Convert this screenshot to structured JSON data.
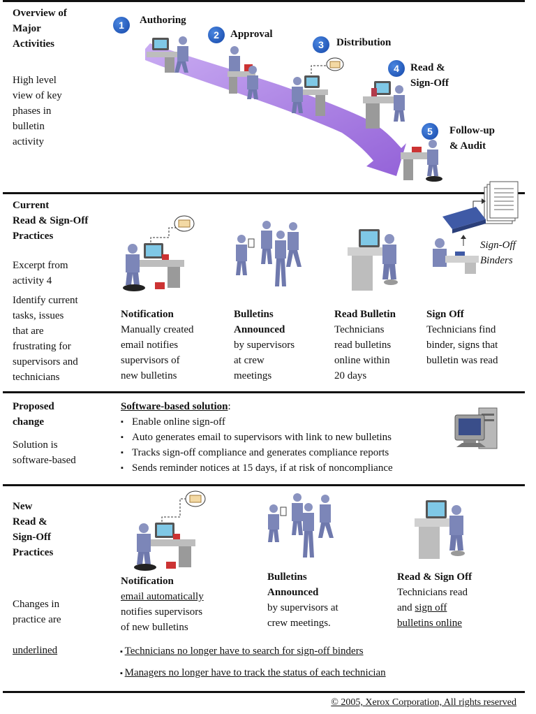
{
  "section1": {
    "title": "Overview of\nMajor\nActivities",
    "desc": "High level\nview of key\nphases in\nbulletin\nactivity",
    "steps": [
      {
        "num": "1",
        "label": "Authoring"
      },
      {
        "num": "2",
        "label": "Approval"
      },
      {
        "num": "3",
        "label": "Distribution"
      },
      {
        "num": "4",
        "label": "Read &\nSign-Off"
      },
      {
        "num": "5",
        "label": "Follow-up\n& Audit"
      }
    ]
  },
  "section2": {
    "title": "Current\nRead & Sign-Off\nPractices",
    "desc1": "Excerpt from\nactivity 4",
    "desc2": "Identify current\ntasks, issues\nthat are\nfrustrating for\nsupervisors and\ntechnicians",
    "binder_label": "Sign-Off\nBinders",
    "items": [
      {
        "title": "Notification",
        "text": "Manually created\nemail notifies\nsupervisors of\nnew bulletins"
      },
      {
        "title": "Bulletins\nAnnounced",
        "text": "by supervisors\nat crew\nmeetings"
      },
      {
        "title": "Read Bulletin",
        "text": "Technicians\nread bulletins\nonline within\n20 days"
      },
      {
        "title": "Sign Off",
        "text": "Technicians find\nbinder, signs that\nbulletin was read"
      }
    ]
  },
  "section3": {
    "title": "Proposed\nchange",
    "desc": "Solution is\nsoftware-based",
    "solution_title": "Software-based solution",
    "solution_colon": ":",
    "bullets": [
      "Enable online sign-off",
      "Auto generates email to supervisors with link to new bulletins",
      "Tracks sign-off compliance and generates compliance reports",
      "Sends reminder notices at 15 days, if at risk of noncompliance"
    ]
  },
  "section4": {
    "title": "New\nRead &\nSign-Off\nPractices",
    "desc_pre": "Changes in\npractice are",
    "desc_underlined": "underlined",
    "notification": {
      "title": "Notification",
      "u1": "email automatically",
      "rest": "notifies supervisors\nof new bulletins"
    },
    "announced": {
      "title": "Bulletins\nAnnounced",
      "text": "by supervisors at\ncrew meetings."
    },
    "readsign": {
      "title": "Read & Sign Off",
      "line1": "Technicians read",
      "line2_pre": "and ",
      "line2_u": "sign off",
      "line3_u": "bulletins online"
    },
    "bullets": [
      "Technicians no longer have to search for sign-off binders",
      "Managers no longer have to track the status of each technician"
    ]
  },
  "footer": {
    "copyright": "© 2005, Xerox Corporation, All rights reserved"
  },
  "colors": {
    "arrow": "#9b6fd8",
    "badge": "#1e56b8",
    "figure": "#8a93c0",
    "desk": "#c8c8c8"
  }
}
